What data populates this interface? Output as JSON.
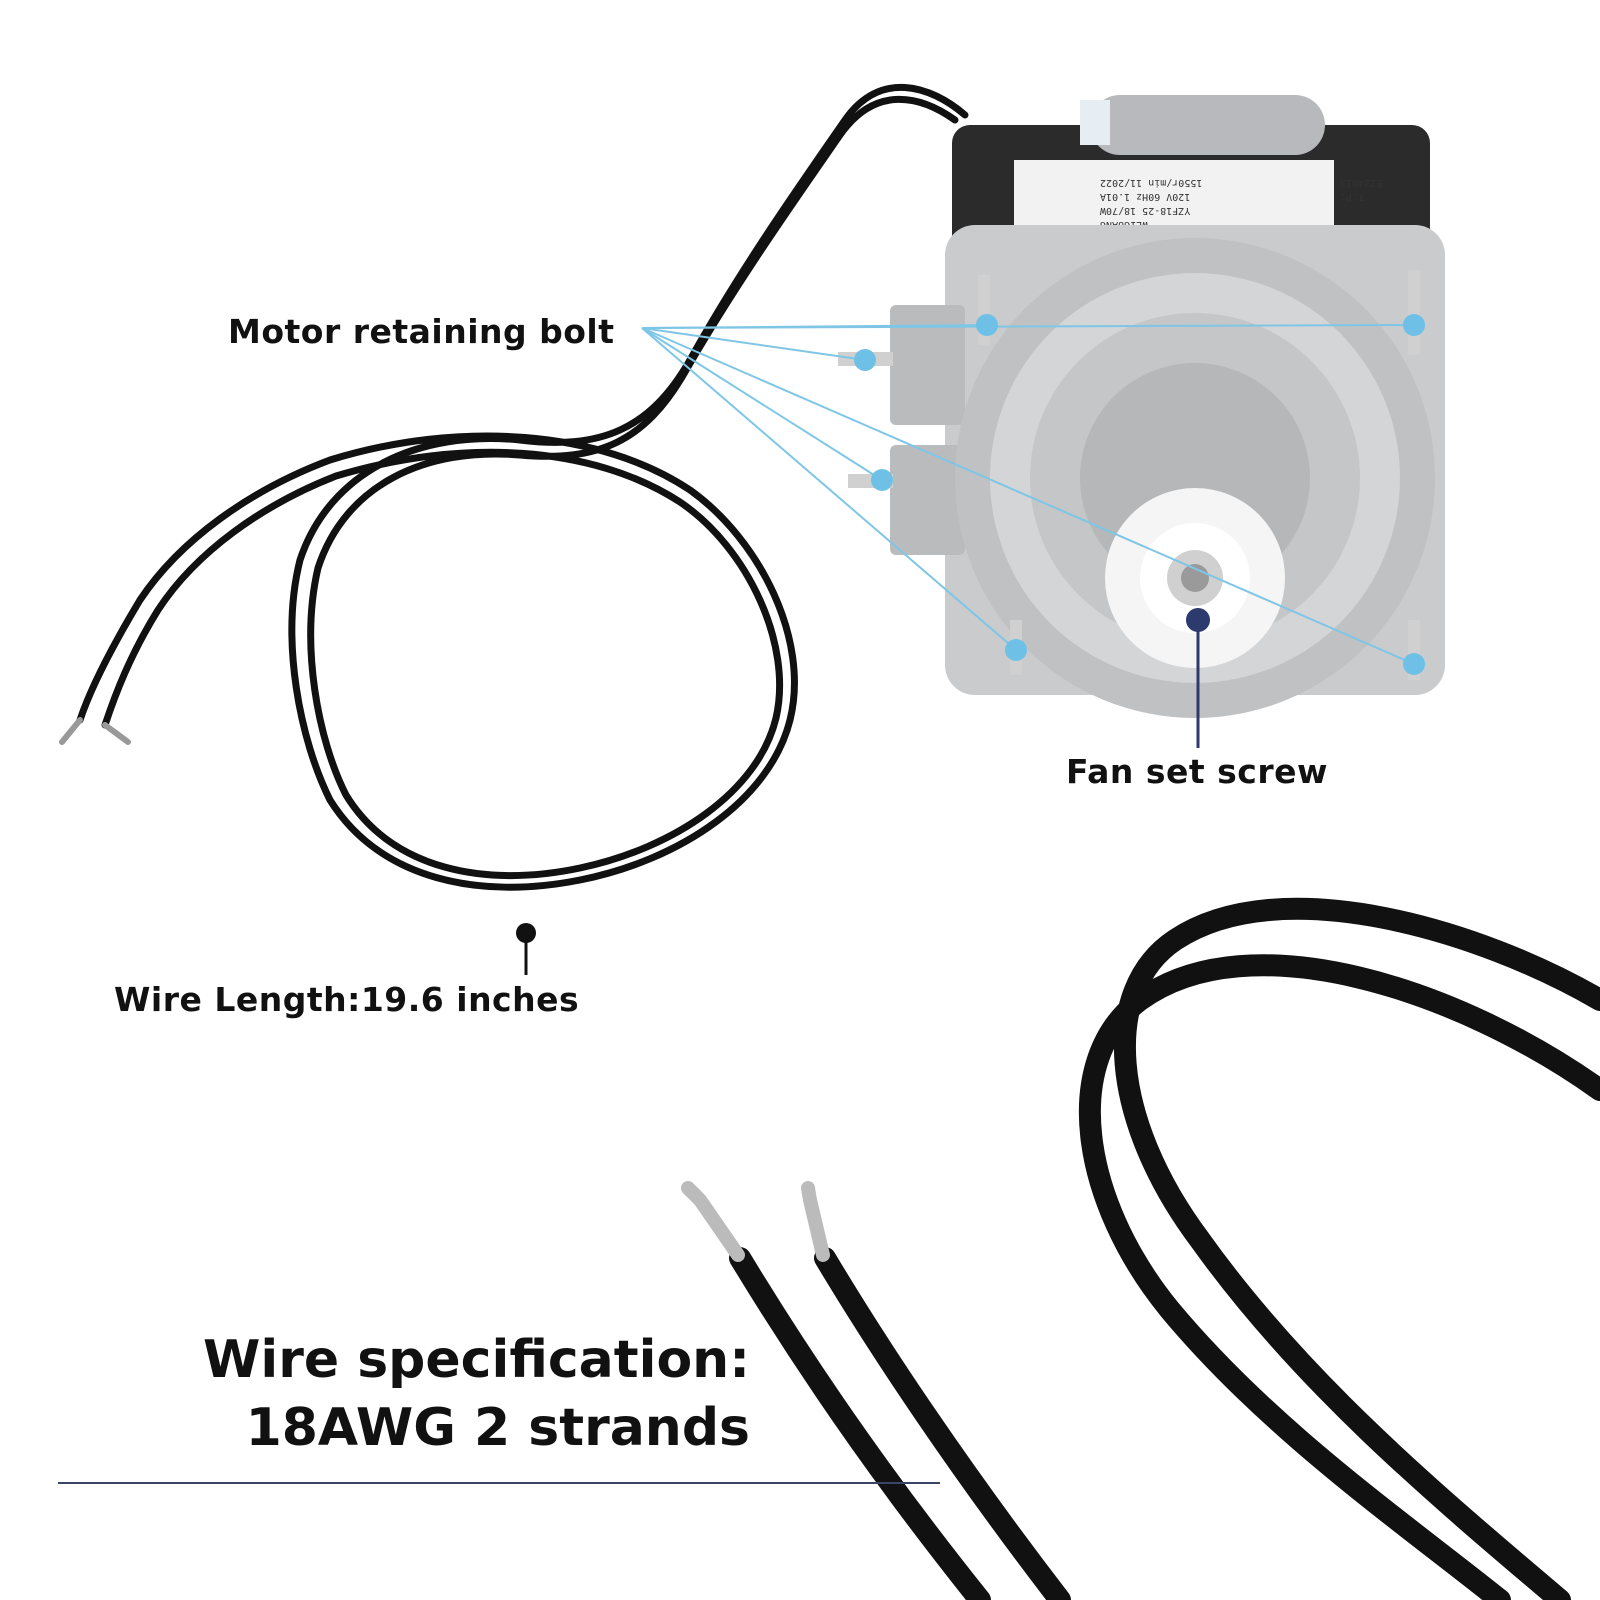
{
  "callouts": {
    "motor_retaining_bolt": "Motor retaining bolt",
    "fan_set_screw": "Fan set screw",
    "wire_length": "Wire Length:19.6 inches"
  },
  "spec": {
    "line1": "Wire specification:",
    "line2": "18AWG 2 strands"
  },
  "motor_nameplate": {
    "brand": "WEIGUANG",
    "model": "YZF18-25 18/70W",
    "rating": "120V 60Hz 1.01A",
    "speed": "1550r/min 11/2022",
    "tp": "T.P.",
    "cert": "E224013"
  },
  "colors": {
    "callout_line": "#7fc6e6",
    "callout_dot": "#6ec0e6",
    "screw_pointer": "#2d3a6e",
    "wire": "#111111",
    "divider": "#3a4466"
  }
}
